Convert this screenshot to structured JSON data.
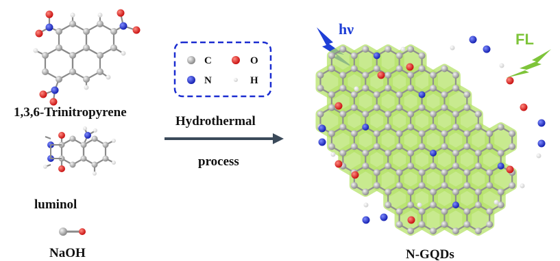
{
  "labels": {
    "trinitropyrene": "1,3,6-Trinitropyrene",
    "luminol": "luminol",
    "naoh": "NaOH",
    "hydrothermal": "Hydrothermal",
    "process": "process",
    "product": "N-GQDs",
    "light_in": "hν",
    "light_out": "FL"
  },
  "legend": [
    {
      "symbol": "C",
      "color": "#9e9e9e"
    },
    {
      "symbol": "O",
      "color": "#e3211c"
    },
    {
      "symbol": "N",
      "color": "#1f2fd6"
    },
    {
      "symbol": "H",
      "color": "#e8e8e8"
    }
  ],
  "colors": {
    "carbon": "#9e9e9e",
    "oxygen": "#e3211c",
    "nitrogen": "#1f2fd6",
    "hydrogen": "#ededed",
    "glow": "#b6e36a",
    "arrow": "#3b4a5a",
    "hv": "#1f3fd6",
    "fl": "#7ec43a"
  }
}
